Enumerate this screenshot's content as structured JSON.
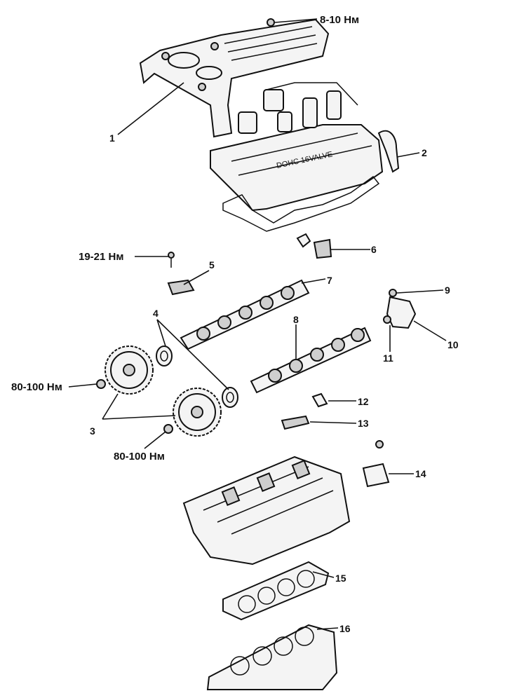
{
  "callouts": [
    "1",
    "2",
    "3",
    "4",
    "5",
    "6",
    "7",
    "8",
    "9",
    "10",
    "11",
    "12",
    "13",
    "14",
    "15",
    "16"
  ],
  "torques": {
    "cover_bolt": "8-10 Нм",
    "cap_bolt": "19-21 Нм",
    "sprocket_bolt_left": "80-100 Нм",
    "sprocket_bolt_bottom": "80-100 Нм"
  }
}
